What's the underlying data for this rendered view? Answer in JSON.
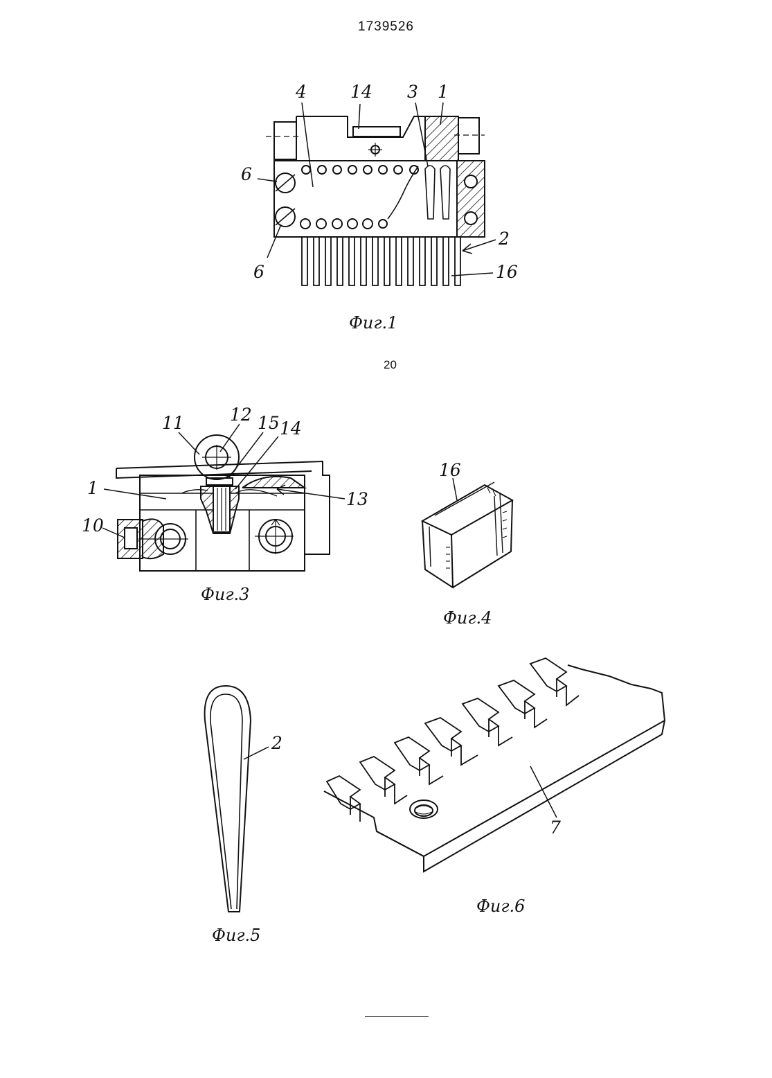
{
  "document": {
    "patent_number": "1739526",
    "page_number": "20"
  },
  "figures": [
    {
      "caption": "Фиг.1",
      "callouts": [
        "4",
        "14",
        "3",
        "1",
        "6",
        "6",
        "2",
        "16"
      ]
    },
    {
      "caption": "Фиг.3",
      "callouts": [
        "11",
        "12",
        "15",
        "14",
        "1",
        "13",
        "10"
      ]
    },
    {
      "caption": "Фиг.4",
      "callouts": [
        "16"
      ]
    },
    {
      "caption": "Фиг.5",
      "callouts": [
        "2"
      ]
    },
    {
      "caption": "Фиг.6",
      "callouts": [
        "7"
      ]
    }
  ]
}
